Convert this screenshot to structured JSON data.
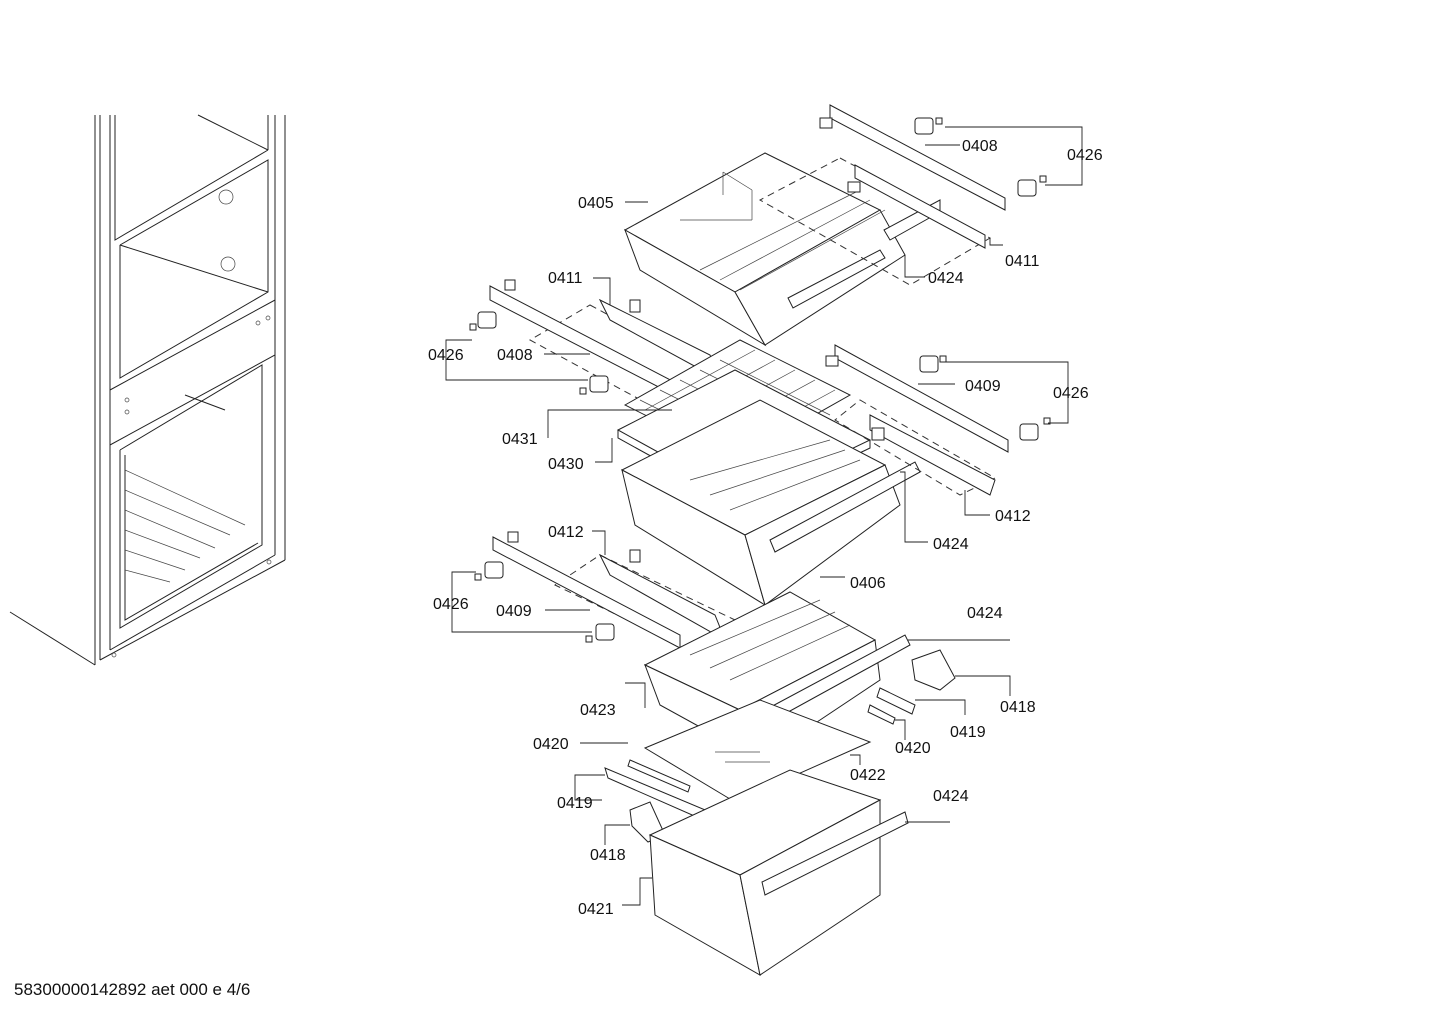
{
  "callouts": {
    "top_0408": "0408",
    "top_0426": "0426",
    "top_0405": "0405",
    "top_0411_right": "0411",
    "top_0424": "0424",
    "top_0411_left": "0411",
    "left_0426_a": "0426",
    "left_0408": "0408",
    "mid_0409_right": "0409",
    "mid_0426_right": "0426",
    "mid_0431": "0431",
    "mid_0430": "0430",
    "mid_0412_right": "0412",
    "mid_0424": "0424",
    "mid_0412_left": "0412",
    "mid_0406": "0406",
    "left_0426_b": "0426",
    "left_0409": "0409",
    "low_0424_a": "0424",
    "low_0418_right": "0418",
    "low_0423": "0423",
    "low_0419_right": "0419",
    "low_0420_right": "0420",
    "low_0420_left": "0420",
    "low_0422": "0422",
    "low_0424_b": "0424",
    "low_0419_left": "0419",
    "low_0418_left": "0418",
    "low_0421": "0421"
  },
  "footer": {
    "document_code": "58300000142892 aet 000 e 4/6"
  }
}
